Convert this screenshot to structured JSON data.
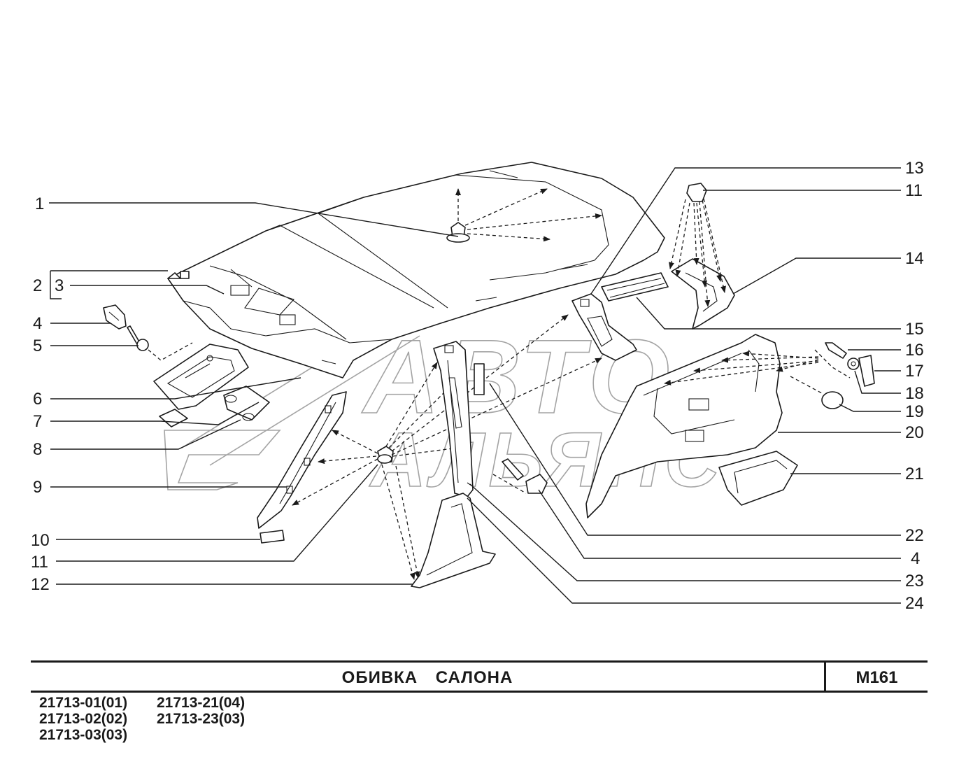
{
  "title": "ОБИВКА   САЛОНА",
  "code": "M161",
  "models": [
    "21713-01(01)",
    "21713-02(02)",
    "21713-03(03)",
    "21713-21(04)",
    "21713-23(03)"
  ],
  "watermark": {
    "line1": "АВТО",
    "line2": "АЛЬЯНС"
  },
  "callouts": {
    "n1": "1",
    "n2": "2",
    "n3": "3",
    "n4": "4",
    "n5": "5",
    "n6": "6",
    "n7": "7",
    "n8": "8",
    "n9": "9",
    "n10": "10",
    "n11a": "11",
    "n12": "12",
    "n13": "13",
    "n11b": "11",
    "n14": "14",
    "n15": "15",
    "n16": "16",
    "n17": "17",
    "n18": "18",
    "n19": "19",
    "n20": "20",
    "n21": "21",
    "n22": "22",
    "n4b": "4",
    "n23": "23",
    "n24": "24"
  }
}
